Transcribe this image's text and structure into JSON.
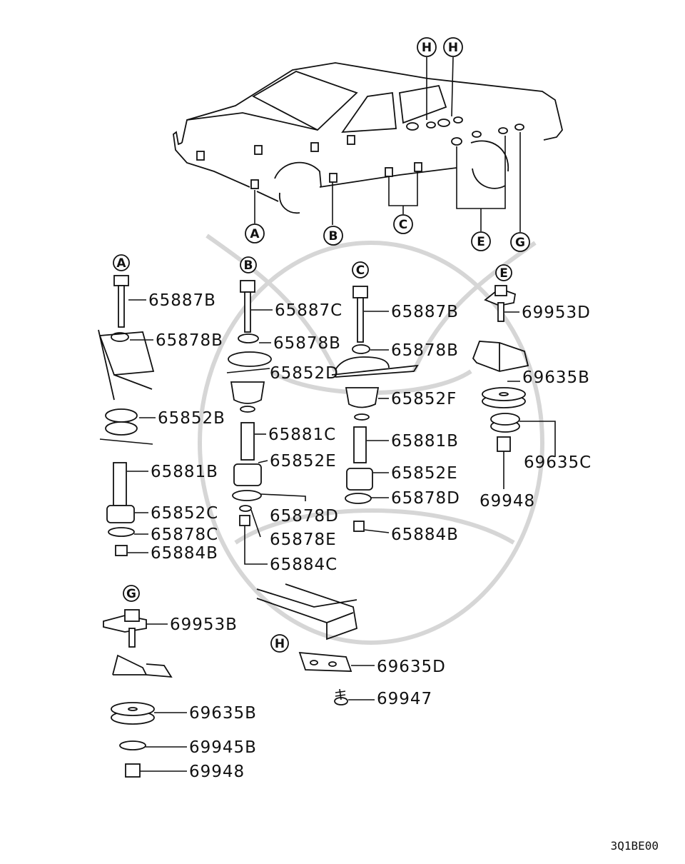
{
  "callout_letters": [
    "A",
    "B",
    "C",
    "E",
    "G",
    "H"
  ],
  "parts": [
    {
      "id": "p1",
      "part_no": "65887B"
    },
    {
      "id": "p2",
      "part_no": "65878B"
    },
    {
      "id": "p3",
      "part_no": "65852B"
    },
    {
      "id": "p4",
      "part_no": "65881B"
    },
    {
      "id": "p5",
      "part_no": "65852C"
    },
    {
      "id": "p6",
      "part_no": "65878C"
    },
    {
      "id": "p7",
      "part_no": "65884B"
    },
    {
      "id": "p8",
      "part_no": "65887C"
    },
    {
      "id": "p9",
      "part_no": "65878B"
    },
    {
      "id": "p10",
      "part_no": "65852D"
    },
    {
      "id": "p11",
      "part_no": "65881C"
    },
    {
      "id": "p12",
      "part_no": "65852E"
    },
    {
      "id": "p13",
      "part_no": "65878D"
    },
    {
      "id": "p14",
      "part_no": "65878E"
    },
    {
      "id": "p15",
      "part_no": "65884C"
    },
    {
      "id": "p16",
      "part_no": "65887B"
    },
    {
      "id": "p17",
      "part_no": "65878B"
    },
    {
      "id": "p18",
      "part_no": "65852F"
    },
    {
      "id": "p19",
      "part_no": "65881B"
    },
    {
      "id": "p20",
      "part_no": "65852E"
    },
    {
      "id": "p21",
      "part_no": "65878D"
    },
    {
      "id": "p22",
      "part_no": "65884B"
    },
    {
      "id": "p23",
      "part_no": "69953D"
    },
    {
      "id": "p24",
      "part_no": "69635B"
    },
    {
      "id": "p25",
      "part_no": "69635C"
    },
    {
      "id": "p26",
      "part_no": "69948"
    },
    {
      "id": "p27",
      "part_no": "69953B"
    },
    {
      "id": "p28",
      "part_no": "69635B"
    },
    {
      "id": "p29",
      "part_no": "69945B"
    },
    {
      "id": "p30",
      "part_no": "69948"
    },
    {
      "id": "p31",
      "part_no": "69635D"
    },
    {
      "id": "p32",
      "part_no": "69947"
    }
  ],
  "diagram_code": "3Q1BE00"
}
